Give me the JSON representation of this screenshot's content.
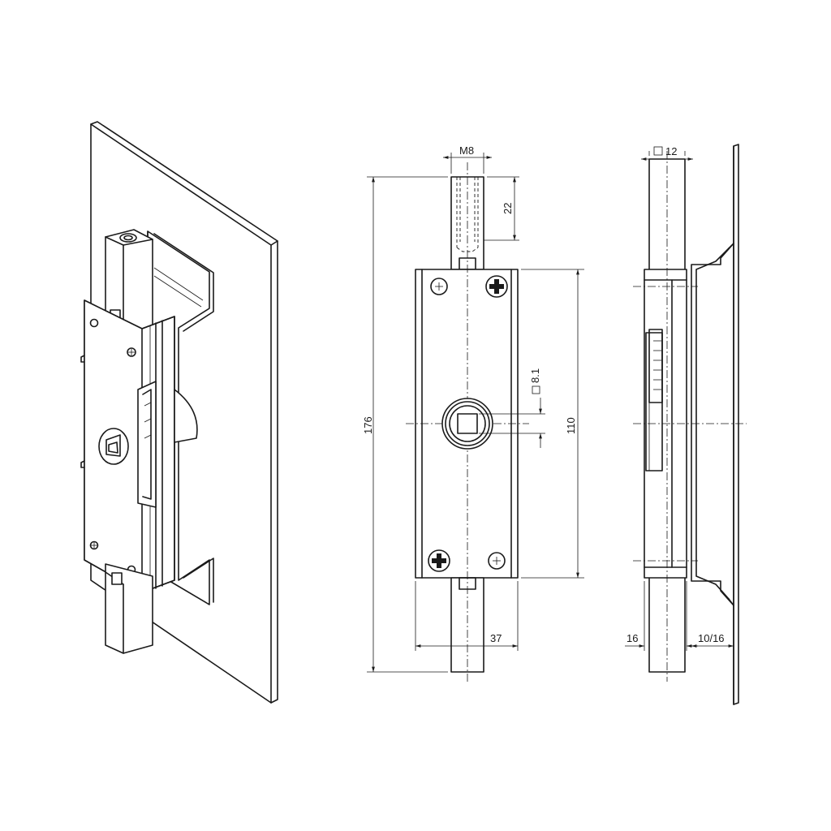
{
  "dimensions": {
    "thread": "M8",
    "thread_depth": "22",
    "overall_height": "176",
    "body_height": "110",
    "square_hole": "8.1",
    "width_offset": "37",
    "spindle_square": "12",
    "depth_left": "16",
    "depth_right": "10/16"
  }
}
